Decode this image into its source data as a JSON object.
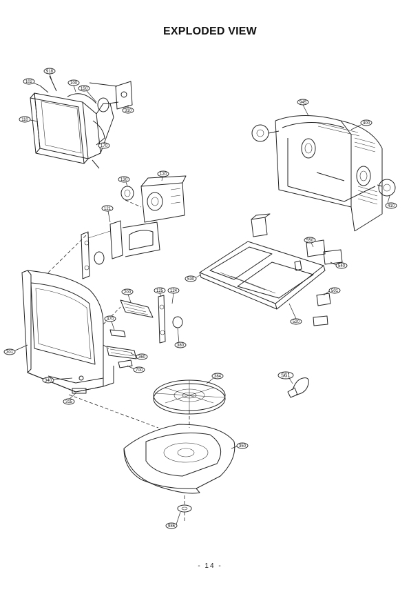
{
  "page": {
    "title": "EXPLODED VIEW",
    "page_number": "- 14 -"
  },
  "callouts": [
    {
      "key": "c918",
      "label": "918"
    },
    {
      "key": "c100",
      "label": "100"
    },
    {
      "key": "c150",
      "label": "150"
    },
    {
      "key": "c102",
      "label": "102"
    },
    {
      "key": "c310",
      "label": "310"
    },
    {
      "key": "c110",
      "label": "110"
    },
    {
      "key": "c170",
      "label": "170"
    },
    {
      "key": "c945",
      "label": "945"
    },
    {
      "key": "c400",
      "label": "400"
    },
    {
      "key": "c410",
      "label": "410"
    },
    {
      "key": "c130",
      "label": "130"
    },
    {
      "key": "c120",
      "label": "120"
    },
    {
      "key": "c121",
      "label": "121"
    },
    {
      "key": "c550",
      "label": "550"
    },
    {
      "key": "c530",
      "label": "530"
    },
    {
      "key": "c540",
      "label": "540"
    },
    {
      "key": "c501",
      "label": "501"
    },
    {
      "key": "c520",
      "label": "520"
    },
    {
      "key": "c200",
      "label": "200"
    },
    {
      "key": "c125",
      "label": "125"
    },
    {
      "key": "c124",
      "label": "124"
    },
    {
      "key": "c370",
      "label": "370"
    },
    {
      "key": "c301",
      "label": "301"
    },
    {
      "key": "c360",
      "label": "360"
    },
    {
      "key": "c700",
      "label": "700"
    },
    {
      "key": "c380",
      "label": "380"
    },
    {
      "key": "c340",
      "label": "340"
    },
    {
      "key": "c315",
      "label": "315"
    },
    {
      "key": "c384",
      "label": "384"
    },
    {
      "key": "c561",
      "label": "561"
    },
    {
      "key": "c350",
      "label": "350"
    },
    {
      "key": "c986",
      "label": "986"
    }
  ]
}
